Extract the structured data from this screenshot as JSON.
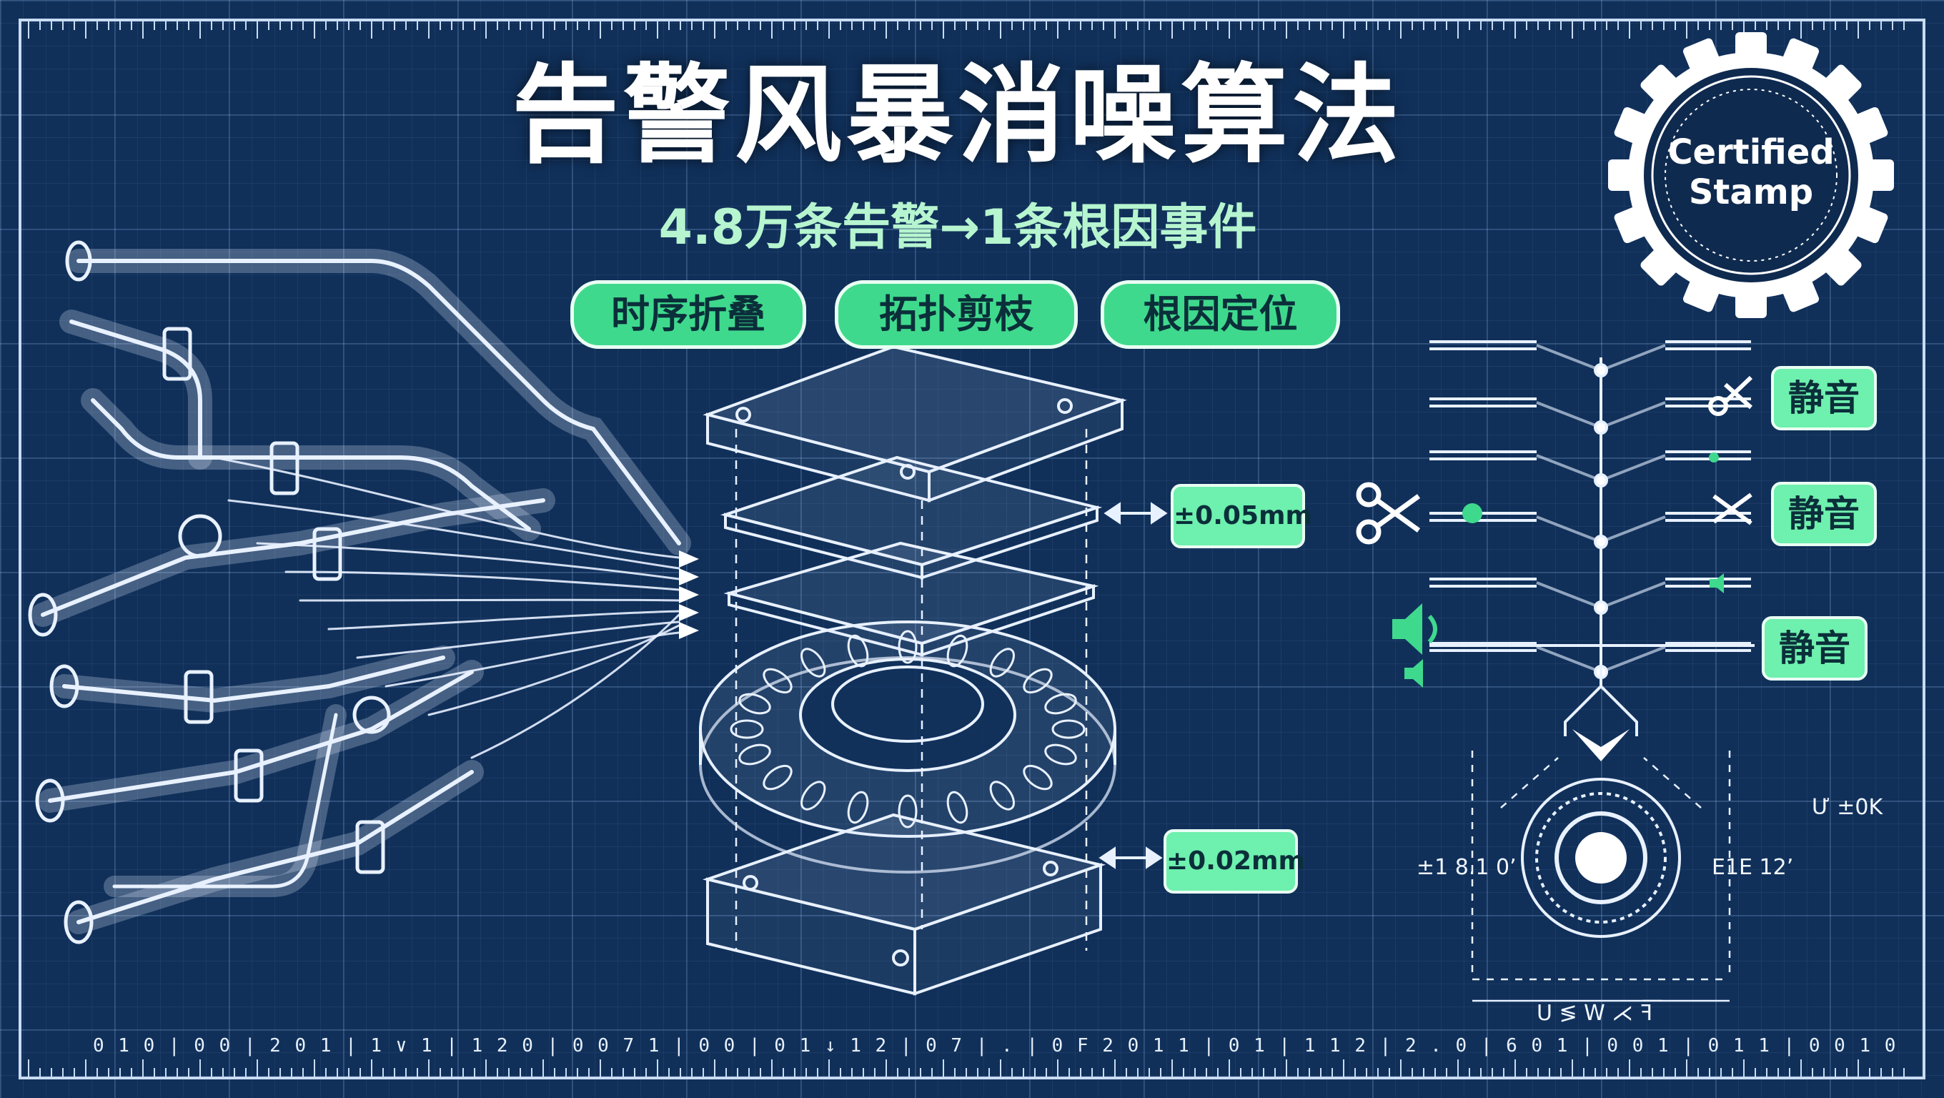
{
  "title": "告警风暴消噪算法",
  "subtitle": "4.8万条告警→1条根因事件",
  "pills": [
    "时序折叠",
    "拓扑剪枝",
    "根因定位"
  ],
  "tolerances": [
    "±0.05mm",
    "±0.02mm"
  ],
  "mute_labels": [
    "静音",
    "静音",
    "静音"
  ],
  "stamp": {
    "line1": "Certified",
    "line2": "Stamp"
  },
  "dims": {
    "left": "±1 8.1 0ʼ",
    "right": "E1E 12ʼ",
    "top_right": "Ư ±0K",
    "bottom": "U ≶ W ⋌ ꟻ͞"
  },
  "ruler_text": "0 1 0 | 0 0 | 2 0 1 | 1 ∨ 1 | 1 2 0 | 0 0 7 1 | 0 0 | 0 1 ↓ 1 2 | 0 7 | . | 0 F 2 0 1 1 | 0 1 | 1 1 2 | 2 . 0 | 6 0 1 | 0 0 1 | 0 1 1 | 0 0 1 0",
  "colors": {
    "background": "#10305a",
    "accent_green": "#3fd98d",
    "tag_green": "#6ef0ae",
    "line": "#e8f1ff"
  }
}
